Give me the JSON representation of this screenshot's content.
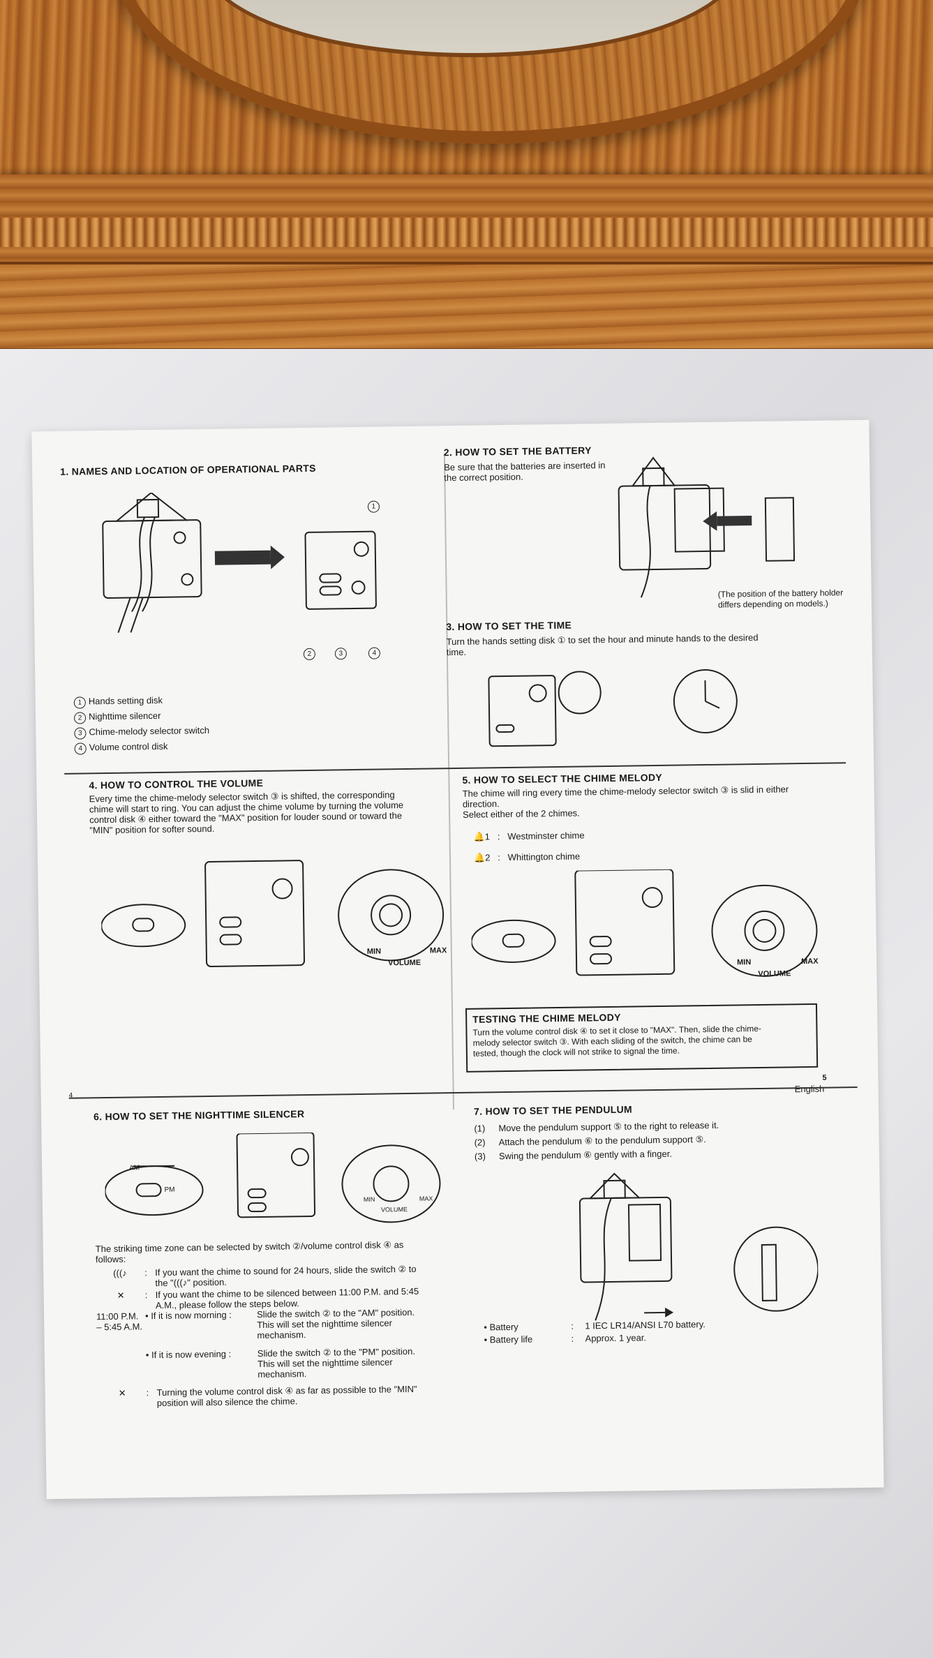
{
  "page": {
    "language_footer": "English",
    "page_left": "4",
    "page_right": "5"
  },
  "sec1": {
    "heading": "1. NAMES AND LOCATION OF OPERATIONAL PARTS",
    "callouts": [
      "1",
      "2",
      "3",
      "4"
    ],
    "parts": [
      {
        "num": "1",
        "label": "Hands setting disk"
      },
      {
        "num": "2",
        "label": "Nighttime silencer"
      },
      {
        "num": "3",
        "label": "Chime-melody selector switch"
      },
      {
        "num": "4",
        "label": "Volume control disk"
      }
    ]
  },
  "sec2": {
    "heading": "2. HOW TO SET THE BATTERY",
    "body": "Be sure that the batteries are inserted in\nthe correct position.",
    "note": "(The position of the battery holder\ndiffers depending on models.)"
  },
  "sec3": {
    "heading": "3. HOW TO SET THE TIME",
    "body": "Turn the hands setting disk ① to set the hour and minute hands to the desired\ntime."
  },
  "sec4": {
    "heading": "4. HOW TO CONTROL THE VOLUME",
    "body": "Every time the chime-melody selector switch ③ is shifted, the corresponding\nchime will start to ring. You can adjust the chime volume by turning the volume\ncontrol disk ④ either toward the \"MAX\" position for louder sound or toward the\n\"MIN\" position for softer sound.",
    "dial": {
      "min": "MIN",
      "max": "MAX",
      "label": "VOLUME"
    }
  },
  "sec5": {
    "heading": "5. HOW TO SELECT THE CHIME MELODY",
    "body": "The chime will ring every time the chime-melody selector switch ③ is slid in either\ndirection.\nSelect either of the 2 chimes.",
    "chimes": [
      {
        "sym": "1",
        "sep": ":",
        "name": "Westminster chime"
      },
      {
        "sym": "2",
        "sep": ":",
        "name": "Whittington chime"
      }
    ],
    "dial": {
      "min": "MIN",
      "max": "MAX",
      "label": "VOLUME"
    }
  },
  "testing": {
    "heading": "TESTING THE CHIME MELODY",
    "body": "Turn the volume control disk ④ to set it close to \"MAX\". Then, slide the chime-\nmelody selector switch ③. With each sliding of the switch, the chime can be\ntested, though the clock will not strike to signal the time."
  },
  "sec6": {
    "heading": "6. HOW TO SET THE NIGHTTIME SILENCER",
    "diagram": {
      "am": "AM",
      "pm": "PM",
      "min": "MIN",
      "max": "MAX",
      "label": "VOLUME"
    },
    "intro": "The striking time zone can be selected by switch ②/volume control disk ④ as\nfollows:",
    "rows": [
      {
        "sym": "(((♪",
        "sep": ":",
        "text": "If you want the chime to sound for 24 hours, slide the switch ② to\nthe \"(((♪\" position."
      },
      {
        "sym": "✕",
        "sep": ":",
        "text": "If you want the chime to be silenced between 11:00 P.M. and 5:45\nA.M., please follow the steps below."
      }
    ],
    "time_range": "11:00 P.M.\n– 5:45 A.M.",
    "morning": {
      "label": "• If it is now morning :",
      "text": "Slide the switch ② to the \"AM\" position.\nThis will set the nighttime silencer\nmechanism."
    },
    "evening": {
      "label": "• If it is now evening :",
      "text": "Slide the switch ② to the \"PM\" position.\nThis will set the nighttime silencer\nmechanism."
    },
    "volume_note": {
      "sym": "✕",
      "sep": ":",
      "text": "Turning the volume control disk ④ as far as possible to the \"MIN\"\nposition will also silence the chime."
    }
  },
  "sec7": {
    "heading": "7. HOW TO SET THE PENDULUM",
    "steps": [
      {
        "num": "(1)",
        "text": "Move the pendulum support ⑤ to the right to release it."
      },
      {
        "num": "(2)",
        "text": "Attach the pendulum ⑥ to the pendulum support ⑤."
      },
      {
        "num": "(3)",
        "text": "Swing the pendulum ⑥ gently with a finger."
      }
    ],
    "specs": [
      {
        "label": "• Battery",
        "sep": ":",
        "value": "1 IEC LR14/ANSI L70 battery."
      },
      {
        "label": "• Battery life",
        "sep": ":",
        "value": "Approx. 1 year."
      }
    ]
  }
}
